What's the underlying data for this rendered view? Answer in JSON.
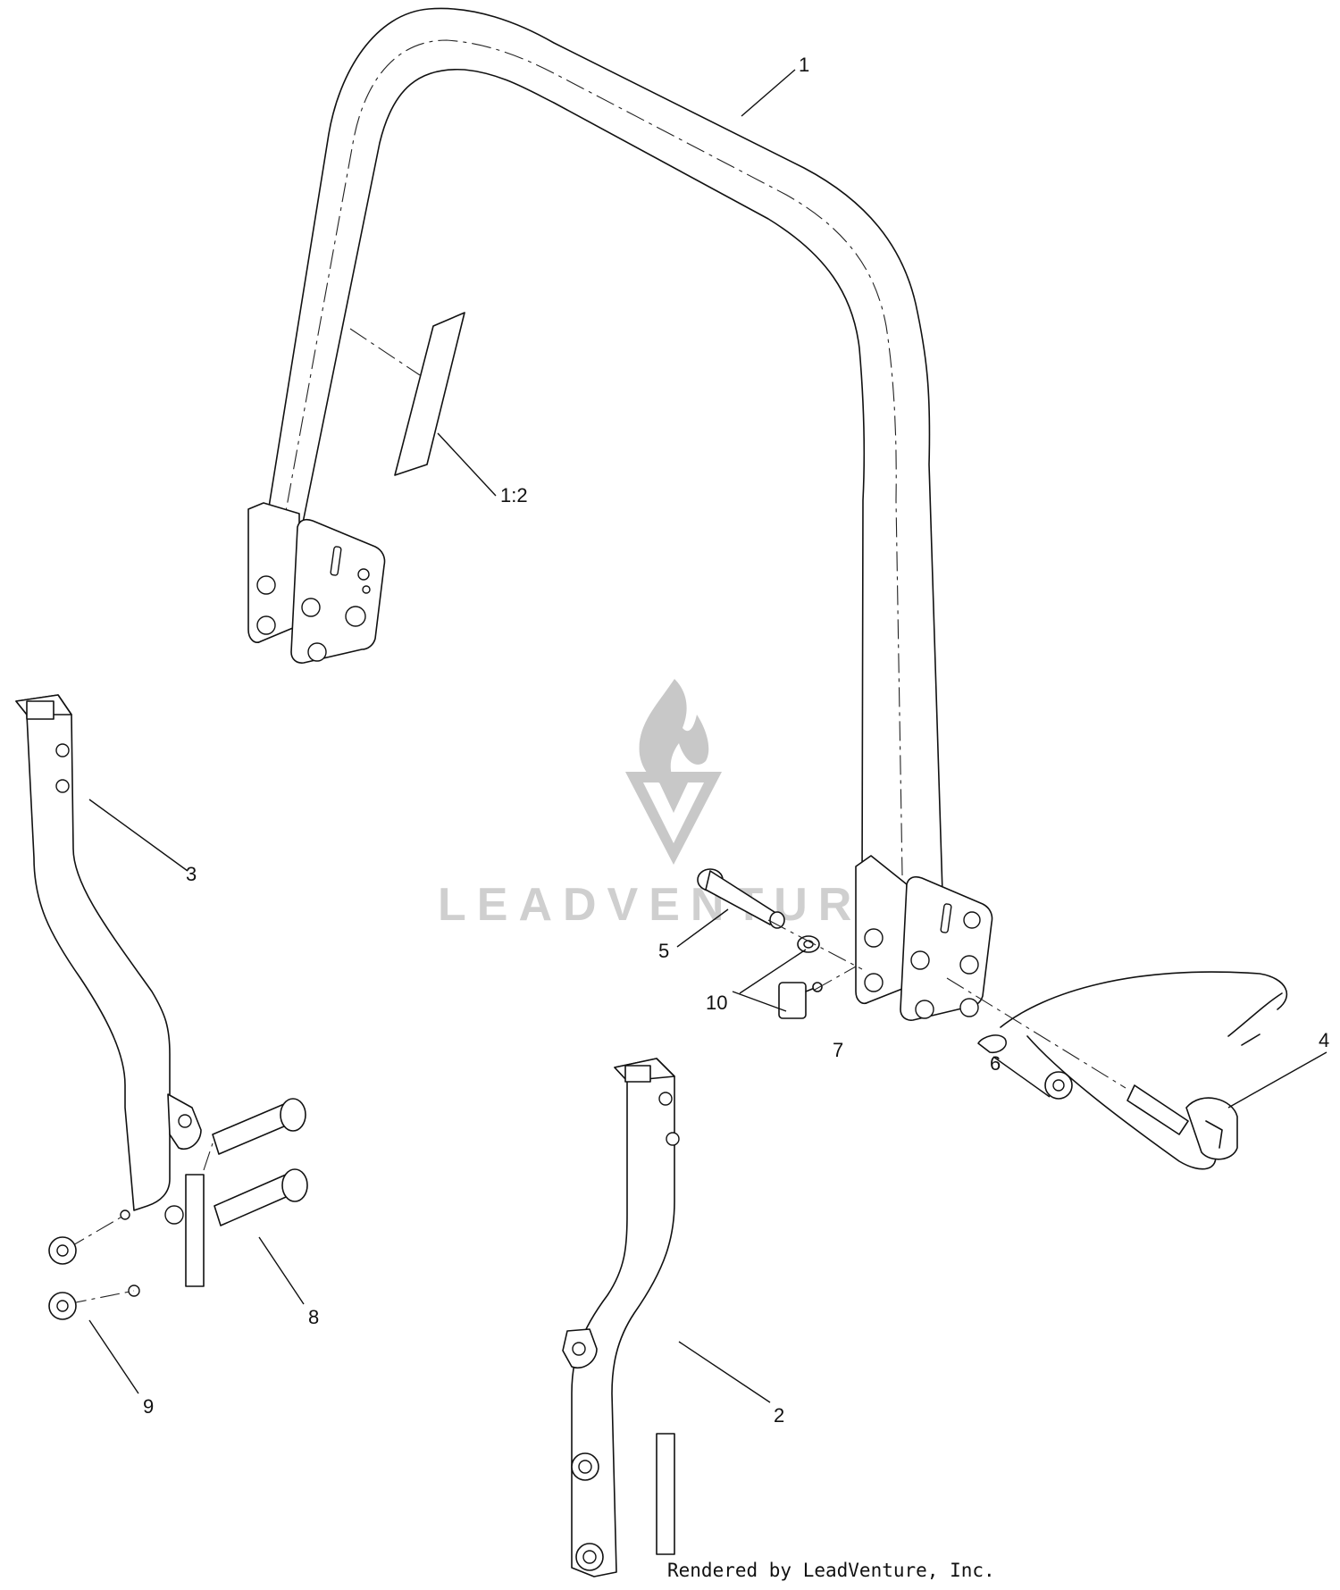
{
  "watermark": {
    "text": "LEADVENTURE",
    "icon": "flame-v-logo"
  },
  "footer": {
    "text": "Rendered by LeadVenture, Inc."
  },
  "callouts": {
    "c1": "1",
    "c1_2": "1:2",
    "c2": "2",
    "c3": "3",
    "c4": "4",
    "c5": "5",
    "c6": "6",
    "c7": "7",
    "c8": "8",
    "c9": "9",
    "c10": "10"
  }
}
